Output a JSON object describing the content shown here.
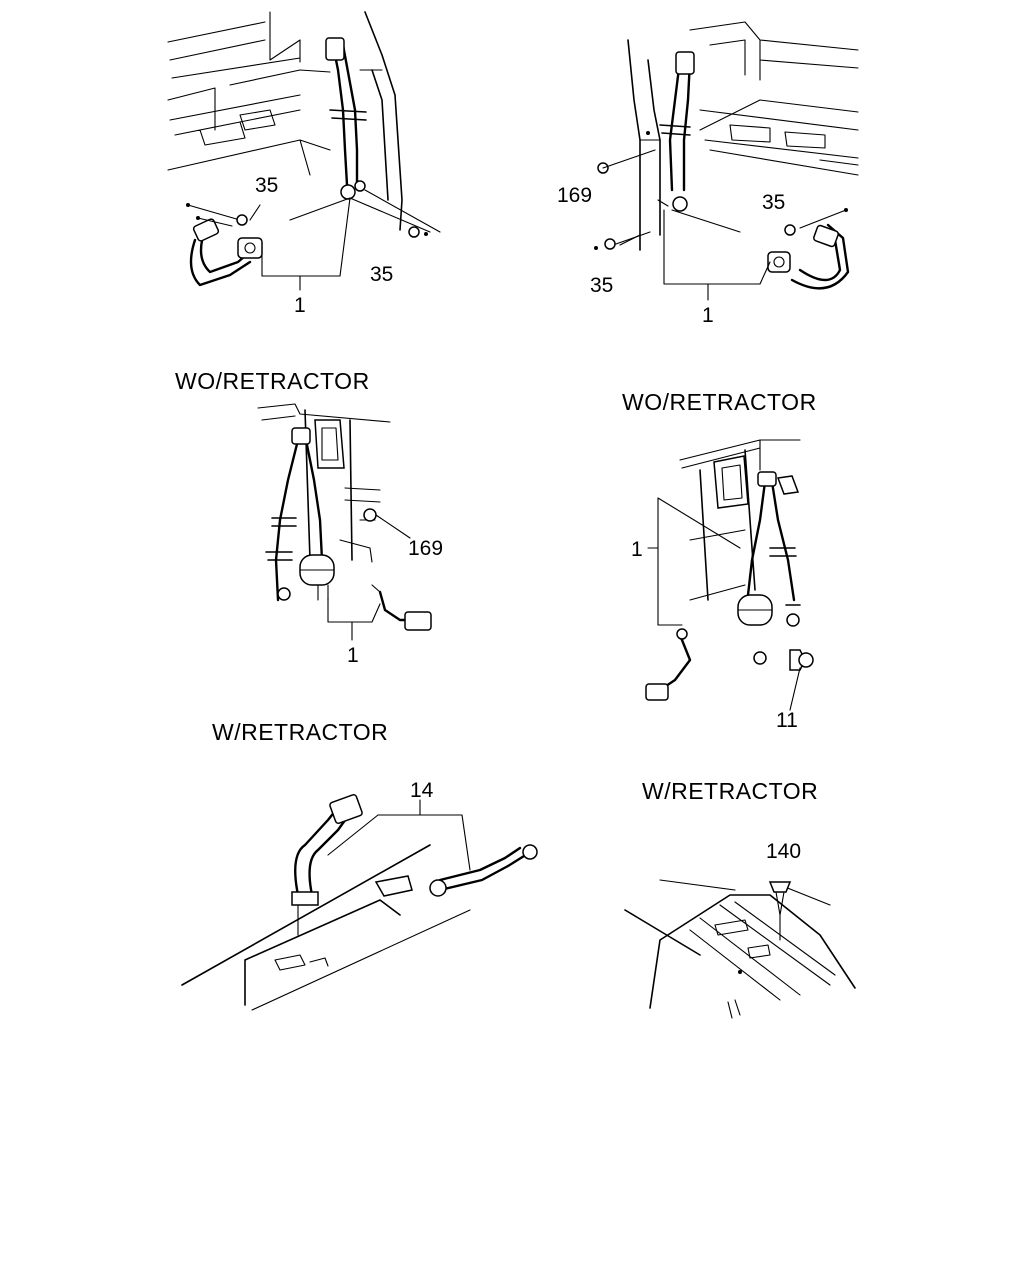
{
  "captions": {
    "mid_left": "WO/RETRACTOR",
    "mid_right": "WO/RETRACTOR",
    "bottom_left": "W/RETRACTOR",
    "bottom_right": "W/RETRACTOR"
  },
  "callouts": {
    "tl_35_upper": "35",
    "tl_35_lower": "35",
    "tl_1": "1",
    "tr_169": "169",
    "tr_35_right": "35",
    "tr_35_left": "35",
    "tr_1": "1",
    "ml_169": "169",
    "ml_1": "1",
    "mr_1": "1",
    "mr_11": "11",
    "bl_14": "14",
    "br_140": "140"
  }
}
